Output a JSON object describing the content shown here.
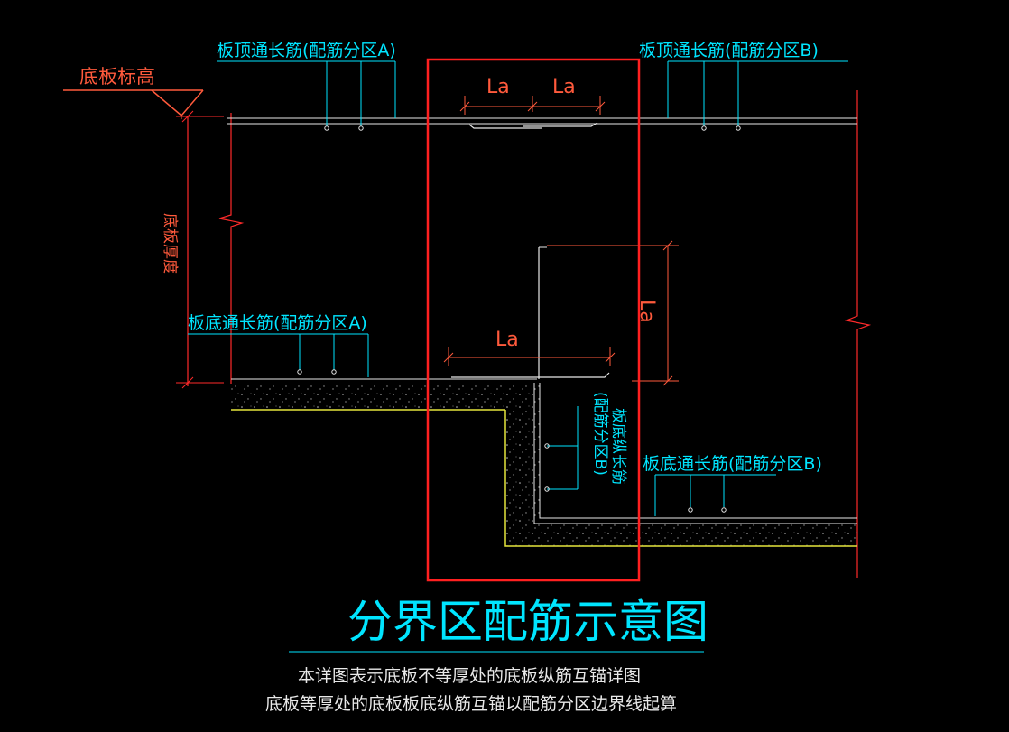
{
  "labels": {
    "top_bar_a": "板顶通长筋(配筋分区A)",
    "top_bar_b": "板顶通长筋(配筋分区B)",
    "slab_elevation": "底板标高",
    "slab_thickness": "底板厚度",
    "bottom_bar_a": "板底通长筋(配筋分区A)",
    "bottom_bar_b": "板底通长筋(配筋分区B)",
    "bottom_long_bar_b_line1": "板底纵长筋",
    "bottom_long_bar_b_line2": "(配筋分区B)",
    "la_top_left": "La",
    "la_top_right": "La",
    "la_vertical": "La",
    "la_bottom": "La"
  },
  "title": "分界区配筋示意图",
  "notes": [
    "本详图表示底板不等厚处的底板纵筋互锚详图",
    "底板等厚处的底板板底纵筋互锚以配筋分区边界线起算"
  ],
  "colors": {
    "background": "#000000",
    "cyan": "#00e5ff",
    "white": "#e8e8e8",
    "red": "#ff2a2a",
    "orange_red": "#ff5a3c",
    "yellow": "#e6e63c",
    "highlight_box": "#ff2020"
  }
}
